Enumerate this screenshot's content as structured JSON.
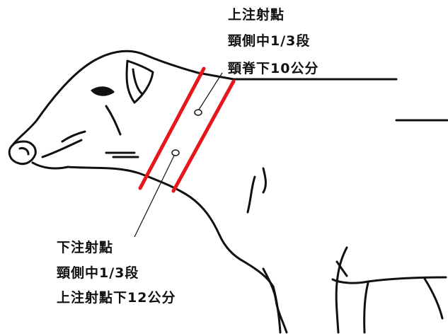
{
  "upper_point": {
    "title": "上注射點",
    "line2": "頸側中1/3段",
    "line3": "頸脊下10公分"
  },
  "lower_point": {
    "title": "下注射點",
    "line2": "頸側中1/3段",
    "line3": "上注射點下12公分"
  },
  "colors": {
    "boundary_lines": "#e8161b",
    "outline": "#111111"
  }
}
